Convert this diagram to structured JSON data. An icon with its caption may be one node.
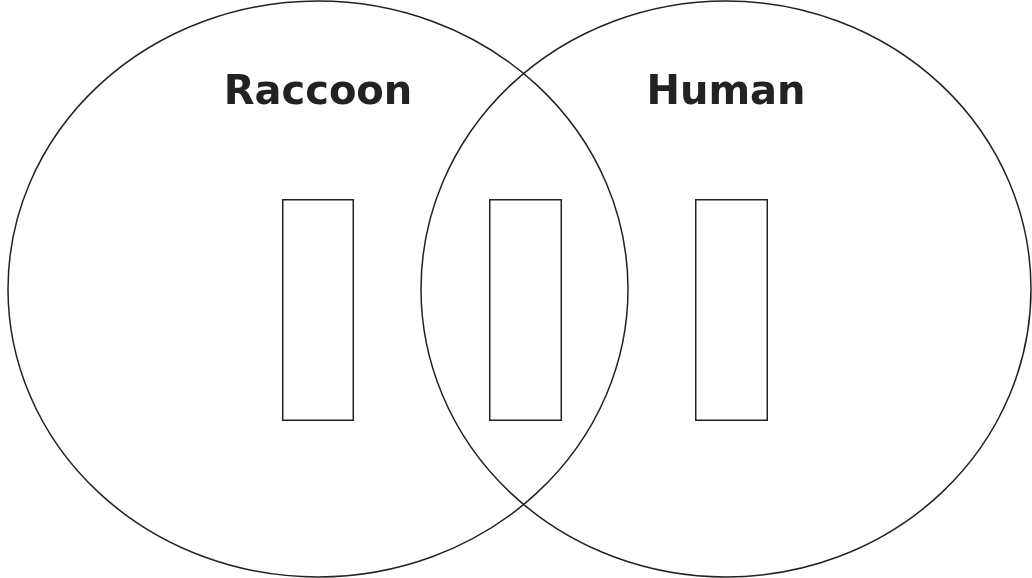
{
  "diagram": {
    "nodes": [
      {
        "text": [
          "Raccoon"
        ]
      },
      {
        "text": [
          "Human"
        ]
      },
      {
        "text": [],
        "shape": "box",
        "in": 0
      },
      {
        "text": [],
        "shape": "box"
      },
      {
        "text": [],
        "shape": "box",
        "in": 1
      }
    ]
  }
}
